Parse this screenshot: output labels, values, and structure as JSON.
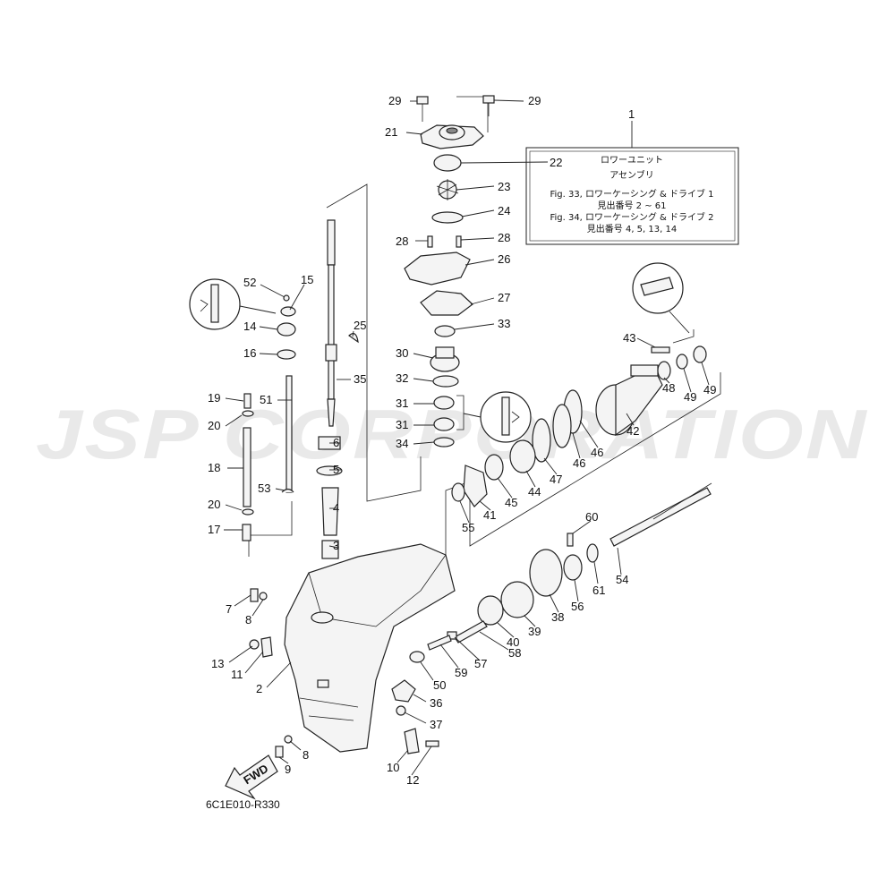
{
  "watermark": "JSP CORPORATION",
  "diagram_code": "6C1E010-R330",
  "fwd_label": "FWD",
  "info_box": {
    "ref": "1",
    "line1": "ロワーユニット",
    "line2": "アセンブリ",
    "line3": "Fig. 33, ロワーケーシング & ドライブ 1",
    "line4": "見出番号 2 ~ 61",
    "line5": "Fig. 34, ロワーケーシング & ドライブ 2",
    "line6": "見出番号 4, 5, 13, 14"
  },
  "callouts": {
    "c29a": "29",
    "c29b": "29",
    "c21": "21",
    "c22": "22",
    "c23": "23",
    "c24": "24",
    "c28a": "28",
    "c28b": "28",
    "c26": "26",
    "c27": "27",
    "c33": "33",
    "c30": "30",
    "c32": "32",
    "c31a": "31",
    "c31b": "31",
    "c34": "34",
    "c52": "52",
    "c15": "15",
    "c14": "14",
    "c25": "25",
    "c16": "16",
    "c35": "35",
    "c19": "19",
    "c20a": "20",
    "c51": "51",
    "c6": "6",
    "c5": "5",
    "c18": "18",
    "c53": "53",
    "c20b": "20",
    "c4": "4",
    "c17": "17",
    "c3": "3",
    "c7": "7",
    "c8a": "8",
    "c13": "13",
    "c11": "11",
    "c2": "2",
    "c8b": "8",
    "c9": "9",
    "c10": "10",
    "c12": "12",
    "c43": "43",
    "c48": "48",
    "c49a": "49",
    "c49b": "49",
    "c42": "42",
    "c46a": "46",
    "c46b": "46",
    "c47": "47",
    "c44": "44",
    "c45": "45",
    "c41": "41",
    "c55": "55",
    "c60": "60",
    "c54": "54",
    "c61": "61",
    "c56": "56",
    "c38": "38",
    "c39": "39",
    "c40": "40",
    "c58": "58",
    "c57": "57",
    "c59": "59",
    "c50": "50",
    "c36": "36",
    "c37": "37"
  }
}
